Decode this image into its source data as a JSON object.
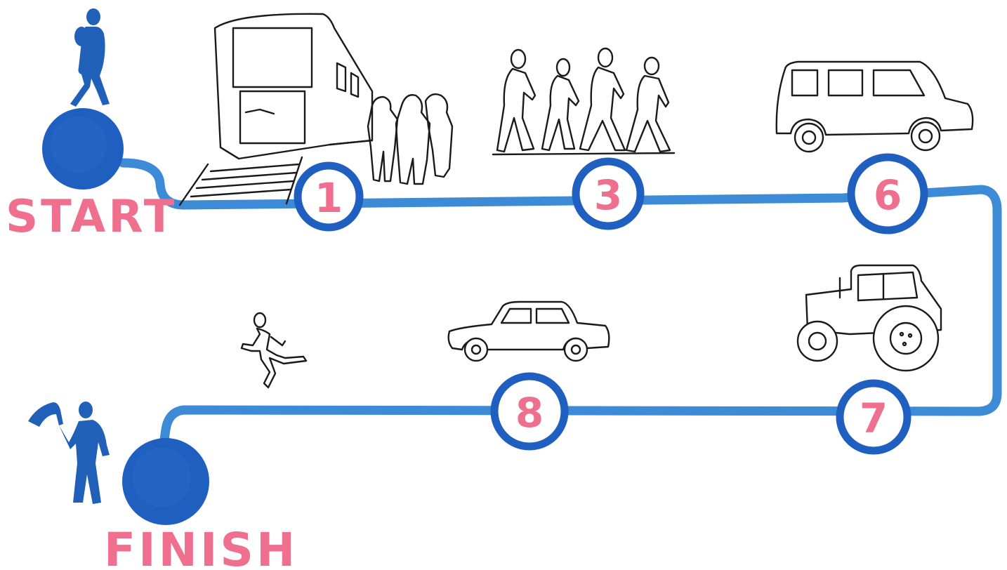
{
  "labels": {
    "start": "START",
    "finish": "FINISH"
  },
  "stops": [
    {
      "number": "1",
      "icon": "train-icon"
    },
    {
      "number": "3",
      "icon": "walking-group-icon"
    },
    {
      "number": "6",
      "icon": "suv-icon"
    },
    {
      "number": "7",
      "icon": "tractor-icon"
    },
    {
      "number": "8",
      "icon": "sedan-icon"
    }
  ],
  "colors": {
    "route": "#3d8ad6",
    "endpoint": "#1f5fbf",
    "label": "#ef6f8e",
    "stop_ring": "#1f5fbf",
    "stop_fill": "#ffffff"
  }
}
